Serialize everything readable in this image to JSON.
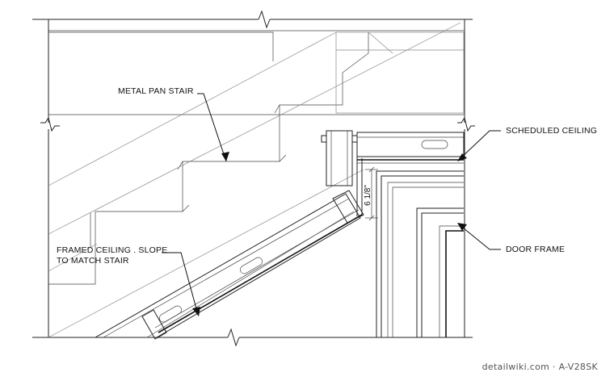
{
  "labels": {
    "metal_pan_stair": "METAL PAN STAIR",
    "scheduled_ceiling": "SCHEDULED CEILING",
    "framed_ceiling_line1": "FRAMED CEILING . SLOPE",
    "framed_ceiling_line2": "TO MATCH STAIR",
    "door_frame": "DOOR FRAME"
  },
  "dimension": {
    "vertical": "6 1/8\""
  },
  "watermark": "detailwiki.com · A-V28SK"
}
